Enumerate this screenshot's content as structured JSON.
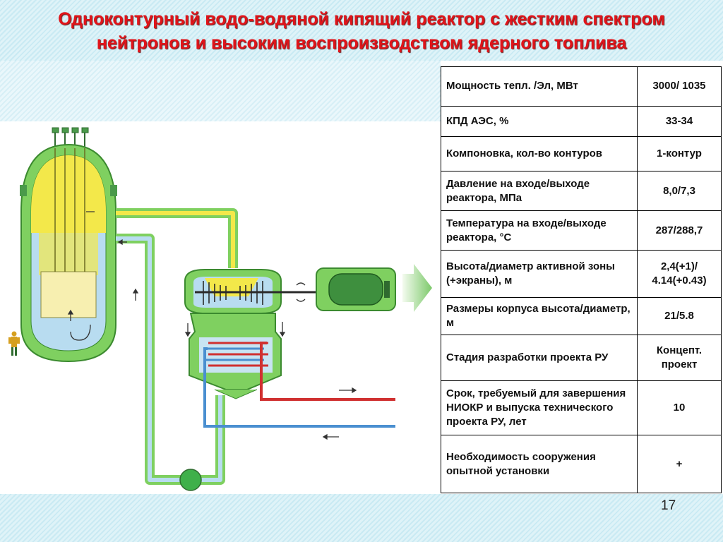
{
  "title": {
    "line1": "Одноконтурный водо-водяной кипящий реактор с жестким спектром",
    "line2": "нейтронов и высоким воспроизводством ядерного топлива"
  },
  "table": [
    {
      "param": "Мощность тепл. /Эл, МВт",
      "value": "3000/ 1035"
    },
    {
      "param": "КПД АЭС, %",
      "value": "33-34"
    },
    {
      "param": "Компоновка, кол-во контуров",
      "value": "1-контур"
    },
    {
      "param": "Давление на входе/выходе реактора, МПа",
      "value": "8,0/7,3"
    },
    {
      "param": "Температура на входе/выходе реактора, °С",
      "value": "287/288,7"
    },
    {
      "param": "Высота/диаметр активной зоны (+экраны), м",
      "value": "2,4(+1)/ 4.14(+0.43)"
    },
    {
      "param": "Размеры корпуса высота/диаметр, м",
      "value": "21/5.8"
    },
    {
      "param": "Стадия разработки проекта РУ",
      "value": "Концепт. проект"
    },
    {
      "param": "Срок, требуемый для завершения НИОКР и выпуска технического проекта РУ, лет",
      "value": "10"
    },
    {
      "param": "Необходимость сооружения опытной установки",
      "value": "+"
    }
  ],
  "page_number": "17",
  "colors": {
    "title": "#e0141a",
    "vessel_shell": "#7fd060",
    "steam": "#f3e84a",
    "water": "#b8dcf0",
    "cold_line": "#4a8fd0",
    "hot_line": "#d03030",
    "generator": "#3e8f3e"
  }
}
